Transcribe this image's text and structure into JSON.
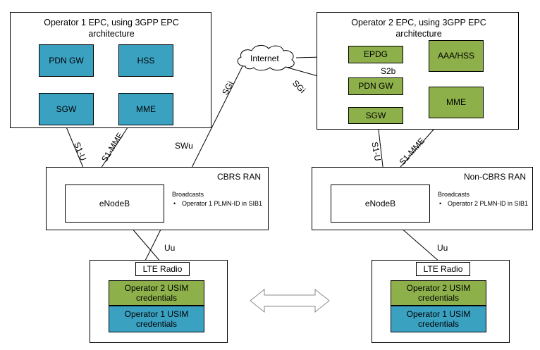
{
  "op1_epc": {
    "title": "Operator 1 EPC, using 3GPP EPC architecture",
    "pdn_gw": "PDN GW",
    "hss": "HSS",
    "sgw": "SGW",
    "mme": "MME"
  },
  "op2_epc": {
    "title": "Operator 2 EPC, using 3GPP EPC architecture",
    "epdg": "EPDG",
    "s2b": "S2b",
    "pdn_gw": "PDN GW",
    "aaa_hss": "AAA/HSS",
    "sgw": "SGW",
    "mme": "MME"
  },
  "internet": "Internet",
  "interfaces": {
    "sgi_left": "SGi",
    "sgi_right": "SGi",
    "swu": "SWu",
    "s1u_left": "S1-U",
    "s1mme_left": "S1-MME",
    "s1u_right": "S1-U",
    "s1mme_right": "S1-MME",
    "uu_left": "Uu",
    "uu_right": "Uu"
  },
  "cbrs_ran": {
    "title": "CBRS RAN",
    "enodeb": "eNodeB",
    "broadcasts": "Broadcasts",
    "bullet": "Operator 1 PLMN-ID in SIB1"
  },
  "non_cbrs_ran": {
    "title": "Non-CBRS RAN",
    "enodeb": "eNodeB",
    "broadcasts": "Broadcasts",
    "bullet": "Operator 2 PLMN-ID in SIB1"
  },
  "ue_left": {
    "radio": "LTE Radio",
    "usim_op2": "Operator 2 USIM credentials",
    "usim_op1": "Operator 1 USIM credentials"
  },
  "ue_right": {
    "radio": "LTE Radio",
    "usim_op2": "Operator 2 USIM credentials",
    "usim_op1": "Operator 1 USIM credentials"
  },
  "colors": {
    "op1_block": "#3aa1c1",
    "op2_block": "#8db04a"
  }
}
